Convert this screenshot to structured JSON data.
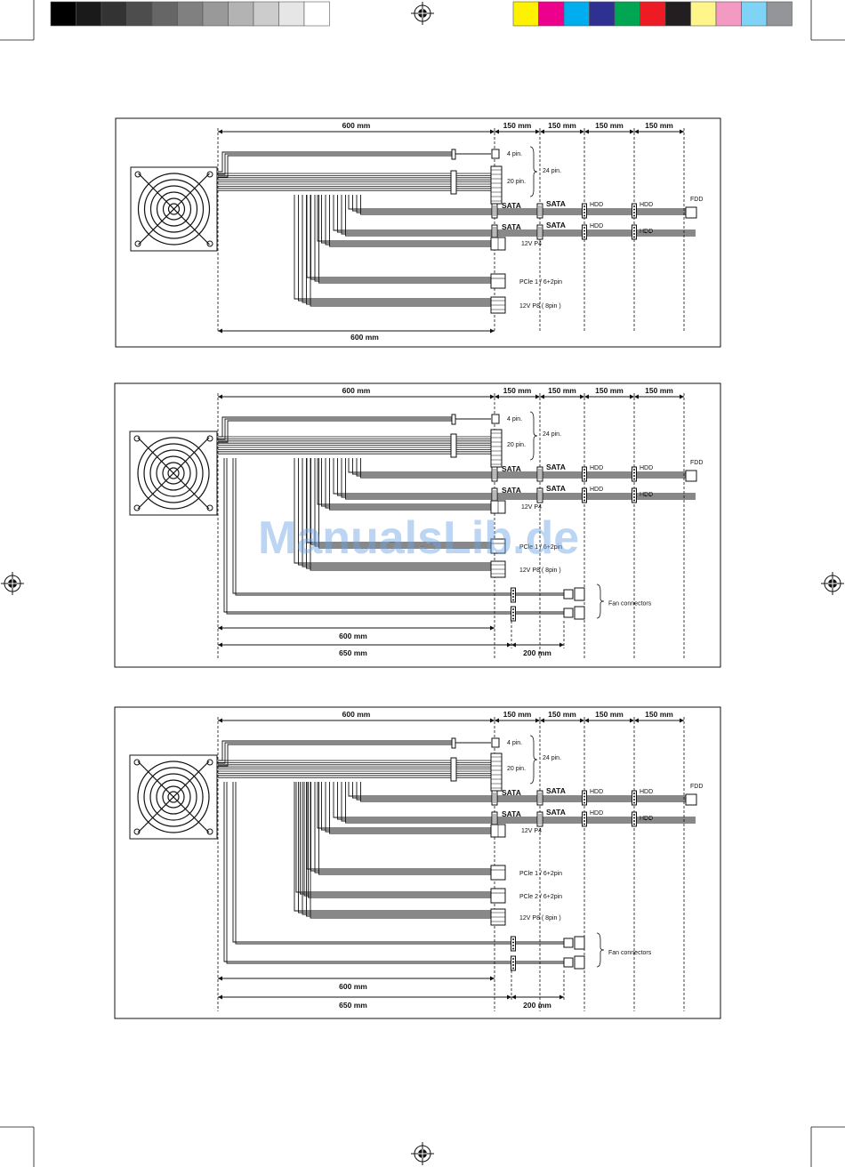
{
  "print_marks": {
    "gray_swatches": [
      "#000000",
      "#1a1a1a",
      "#333333",
      "#4d4d4d",
      "#666666",
      "#808080",
      "#999999",
      "#b3b3b3",
      "#cccccc",
      "#e6e6e6",
      "#ffffff"
    ],
    "color_swatches": [
      "#fff200",
      "#ec008c",
      "#00aeef",
      "#2e3192",
      "#00a651",
      "#ed1c24",
      "#231f20",
      "#fff58a",
      "#f49ac2",
      "#7fd3f7",
      "#939598"
    ]
  },
  "watermark": "ManualsLib.de",
  "diagrams": [
    {
      "id": "d1",
      "fan_cables": false,
      "pcie_count": 1,
      "top_dims": [
        "600 mm",
        "150 mm",
        "150 mm",
        "150 mm",
        "150 mm"
      ],
      "labels": {
        "pin4": "4 pin.",
        "pin20": "20 pin.",
        "pin24": "24 pin.",
        "sata1": "SATA",
        "sata2": "SATA",
        "sata3": "SATA",
        "sata4": "SATA",
        "hdd1": "HDD",
        "hdd2": "HDD",
        "hdd3": "HDD",
        "hdd4": "HDD",
        "fdd": "FDD",
        "p4": "12V P4",
        "pcie": [
          "PCle 1 / 6+2pin"
        ],
        "p8": "12V P8 ( 8pin )"
      },
      "bottom_dims": [
        "600 mm"
      ]
    },
    {
      "id": "d2",
      "fan_cables": true,
      "pcie_count": 1,
      "top_dims": [
        "600 mm",
        "150 mm",
        "150 mm",
        "150 mm",
        "150 mm"
      ],
      "labels": {
        "pin4": "4 pin.",
        "pin20": "20 pin.",
        "pin24": "24 pin.",
        "sata1": "SATA",
        "sata2": "SATA",
        "sata3": "SATA",
        "sata4": "SATA",
        "hdd1": "HDD",
        "hdd2": "HDD",
        "hdd3": "HDD",
        "hdd4": "HDD",
        "fdd": "FDD",
        "p4": "12V P4",
        "pcie": [
          "PCle 1 / 6+2pin"
        ],
        "p8": "12V P8 ( 8pin )",
        "fan": "Fan connectors"
      },
      "bottom_dims": [
        "600 mm",
        "650 mm",
        "200 mm"
      ]
    },
    {
      "id": "d3",
      "fan_cables": true,
      "pcie_count": 2,
      "top_dims": [
        "600 mm",
        "150 mm",
        "150 mm",
        "150 mm",
        "150 mm"
      ],
      "labels": {
        "pin4": "4 pin.",
        "pin20": "20 pin.",
        "pin24": "24 pin.",
        "sata1": "SATA",
        "sata2": "SATA",
        "sata3": "SATA",
        "sata4": "SATA",
        "hdd1": "HDD",
        "hdd2": "HDD",
        "hdd3": "HDD",
        "hdd4": "HDD",
        "fdd": "FDD",
        "p4": "12V P4",
        "pcie": [
          "PCle 1 / 6+2pin",
          "PCle 2 / 6+2pin"
        ],
        "p8": "12V P8 ( 8pin )",
        "fan": "Fan connectors"
      },
      "bottom_dims": [
        "600 mm",
        "650 mm",
        "200 mm"
      ]
    }
  ]
}
